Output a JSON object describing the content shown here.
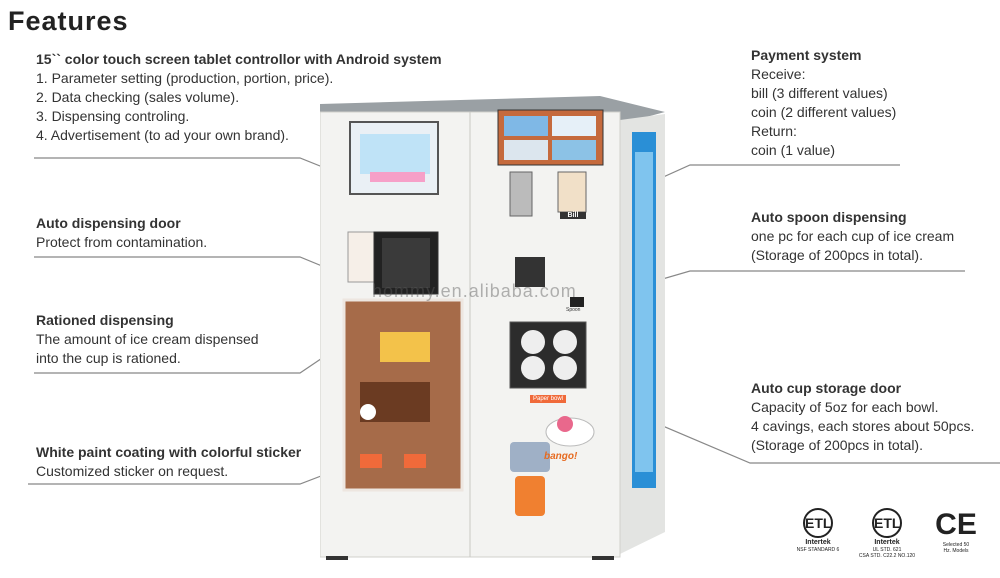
{
  "heading": "Features",
  "features": {
    "touch_screen": {
      "title": "15`` color touch screen tablet controllor with Android system",
      "lines": [
        "1. Parameter setting (production, portion, price).",
        "2. Data checking (sales volume).",
        "3. Dispensing controling.",
        "4. Advertisement (to ad your own brand)."
      ]
    },
    "auto_door": {
      "title": "Auto dispensing door",
      "lines": [
        "Protect from contamination."
      ]
    },
    "rationed": {
      "title": "Rationed dispensing",
      "lines": [
        "The amount of ice cream dispensed",
        "into the cup is rationed."
      ]
    },
    "coating": {
      "title": "White paint coating with colorful sticker",
      "lines": [
        "Customized sticker on request."
      ]
    },
    "payment": {
      "title": "Payment system",
      "lines": [
        "Receive:",
        "bill (3 different values)",
        "coin (2 different values)",
        "Return:",
        "coin (1 value)"
      ]
    },
    "spoon": {
      "title": "Auto spoon dispensing",
      "lines": [
        "one pc for each cup of ice cream",
        "(Storage of 200pcs in total)."
      ]
    },
    "cup_door": {
      "title": "Auto cup storage door",
      "lines": [
        "Capacity of 5oz for each bowl.",
        "4 cavings, each stores about 50pcs.",
        "(Storage of 200pcs in total)."
      ]
    }
  },
  "machine": {
    "watermark": "hommy.en.alibaba.com",
    "bill_label": "Bill",
    "spoon_label": "Spoon",
    "paper_bowl_label": "Paper bowl",
    "brand": "bango!"
  },
  "certs": [
    {
      "symbol": "ETL",
      "name": "Intertek",
      "text1": "NSF STANDARD 6",
      "text2": ""
    },
    {
      "symbol": "ETL",
      "name": "Intertek",
      "text1": "UL   STD. 621",
      "text2": "CSA  STD. C22.2  NO.120"
    },
    {
      "symbol": "CE",
      "name": "",
      "text1": "Selected 50",
      "text2": "Hz. Models"
    }
  ]
}
